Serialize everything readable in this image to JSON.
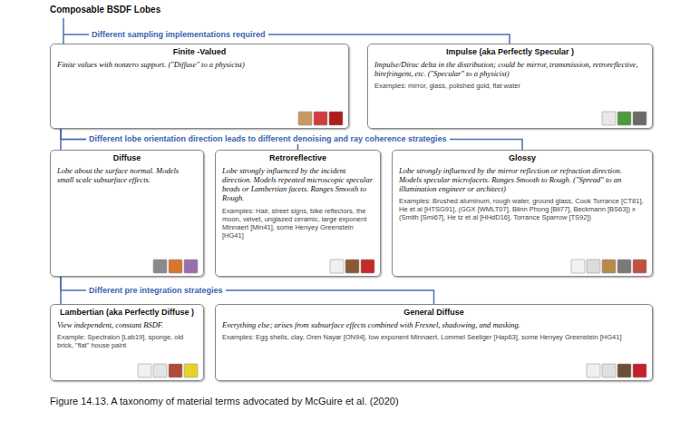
{
  "diagram": {
    "title": "Composable BSDF Lobes",
    "caption": "Figure 14.13. A taxonomy of material terms advocated by McGuire et al. (2020)",
    "nodes": [
      {
        "text": [
          "Finite -Valued",
          "Finite values with nonzero support. (\"Diffuse\" to a physicist)"
        ]
      },
      {
        "text": [
          "Impulse (aka Perfectly Specular )",
          "Impulse/Dirac delta in the distribution; could be mirror, transmission, retroreflective, birefringent, etc. (\"Specular\" to a physicist)",
          "Examples: mirror, glass, polished gold, flat water"
        ]
      },
      {
        "text": [
          "Diffuse",
          "Lobe about the surface normal. Models small scale subsurface effects."
        ]
      },
      {
        "text": [
          "Retroreflective",
          "Lobe strongly influenced by the incident direction. Models repeated microscopic specular beads or Lambertian facets. Ranges Smooth to Rough.",
          "Examples: Hair, street signs, bike reflectors, the moon, velvet, unglazed ceramic, large exponent Minnaert [Min41], some Henyey Greenstein [HG41]"
        ]
      },
      {
        "text": [
          "Glossy",
          "Lobe strongly influenced by the mirror reflection or refraction direction. Models specular microfacets. Ranges Smooth to Rough. (\"Spread\" to an illumination engineer or architect)",
          "Examples: Brushed aluminum, rough water, ground glass, Cook Torrance [CT81], He et al [HTSG91], (GGX [WMLT07], Blinn Phong [Bli77], Beckmann [BS63]) x (Smith [Smi67], He tz et al [HHdD16], Torrance Sparrow [TS92])"
        ]
      },
      {
        "text": [
          "Lambertian (aka Perfectly Diffuse )",
          "View independent, constant BSDF.",
          "Example: Spectralon [Lab19], sponge, old brick, \"flat\" house paint"
        ]
      },
      {
        "text": [
          "General Diffuse",
          "Everything else; arises from subsurface effects combined with Fresnel, shadowing, and masking.",
          "Examples: Egg shells, clay, Oren Nayar [ON94], low exponent Minnaert, Lommel Seeliger [Hap63], some Henyey Greenstein [HG41]"
        ]
      }
    ],
    "edges": [
      {
        "from": 0,
        "to": 2,
        "arrow": "none",
        "label": "Different lobe orientation direction leads to different denoising and ray coherence strategies"
      },
      {
        "from": 0,
        "to": 3,
        "arrow": "none"
      },
      {
        "from": 0,
        "to": 4,
        "arrow": "none"
      },
      {
        "from": 2,
        "to": 5,
        "arrow": "none",
        "label": "Different pre integration strategies"
      },
      {
        "from": 2,
        "to": 6,
        "arrow": "none"
      }
    ],
    "labels": [
      "Different sampling implementations required"
    ]
  }
}
